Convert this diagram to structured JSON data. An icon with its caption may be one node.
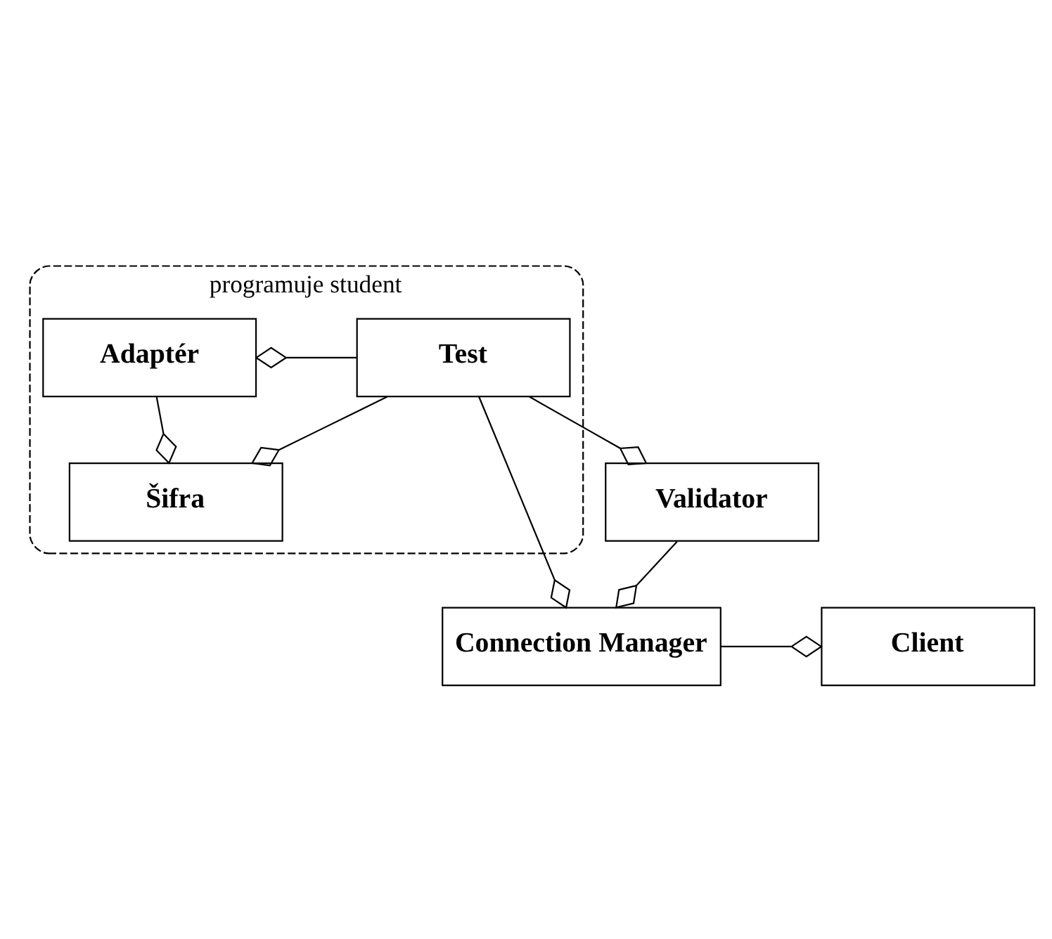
{
  "diagram": {
    "nodes": [
      {
        "text": [
          "programuje student"
        ]
      },
      {
        "text": [
          "Test"
        ],
        "in": 0
      },
      {
        "text": [
          "Adaptér"
        ],
        "in": 0
      },
      {
        "text": [
          "Šifra"
        ],
        "in": 0
      },
      {
        "text": [
          "Validator"
        ]
      },
      {
        "text": [
          "Connection Manager"
        ]
      },
      {
        "text": [
          "Client"
        ]
      }
    ],
    "edges": [
      {
        "from": 1,
        "to": 2,
        "arrow": "other"
      },
      {
        "from": 2,
        "to": 3,
        "arrow": "other"
      },
      {
        "from": 1,
        "to": 3,
        "arrow": "other"
      },
      {
        "from": 1,
        "to": 4,
        "arrow": "other"
      },
      {
        "from": 4,
        "to": 5,
        "arrow": "other"
      },
      {
        "from": 1,
        "to": 5,
        "arrow": "other"
      },
      {
        "from": 5,
        "to": 6,
        "arrow": "other"
      }
    ]
  }
}
